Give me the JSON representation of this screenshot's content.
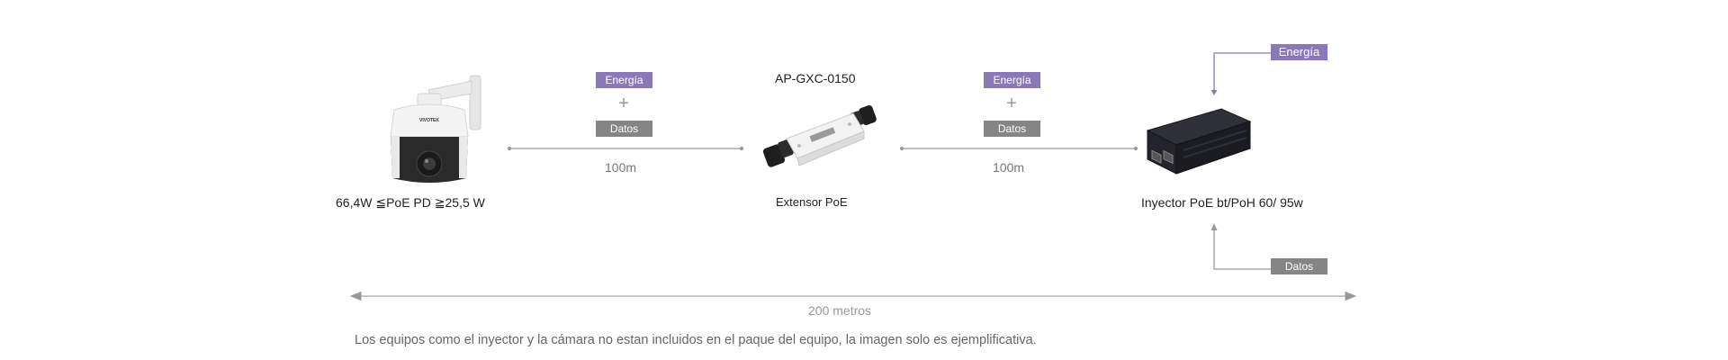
{
  "devices": {
    "camera": {
      "label": "66,4W ≦PoE PD ≧25,5 W",
      "brand_mark": "VIVOTEK"
    },
    "extender": {
      "model": "AP-GXC-0150",
      "label": "Extensor PoE"
    },
    "injector": {
      "label": "Inyector PoE bt/PoH 60/ 95w"
    }
  },
  "links": [
    {
      "energy": "Energía",
      "plus": "+",
      "data": "Datos",
      "distance": "100m"
    },
    {
      "energy": "Energía",
      "plus": "+",
      "data": "Datos",
      "distance": "100m"
    }
  ],
  "injector_inputs": {
    "energy": "Energía",
    "data": "Datos"
  },
  "total": {
    "distance": "200 metros"
  },
  "footnote": "Los equipos como el inyector y la cámara  no estan incluidos en el paque del equipo, la imagen solo es ejemplificativa.",
  "colors": {
    "energy_tag": "#8a79b7",
    "data_tag": "#858585",
    "line": "#999999"
  },
  "icons": [
    "ptz-camera-icon",
    "poe-extender-icon",
    "poe-injector-icon"
  ]
}
